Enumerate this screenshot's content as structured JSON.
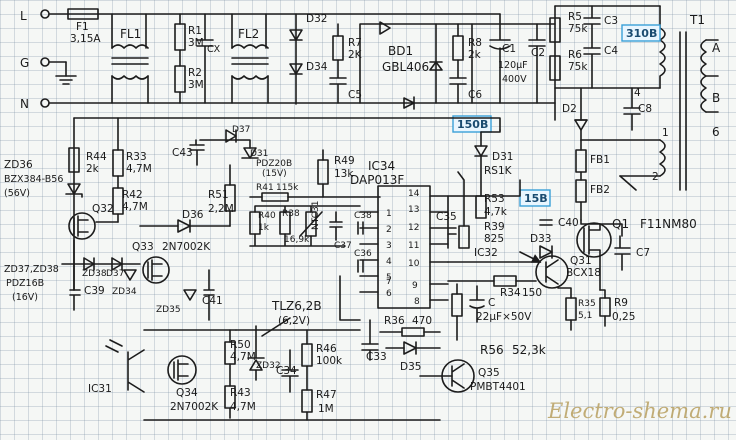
{
  "terminals": {
    "L": "L",
    "G": "G",
    "N": "N",
    "A": "A",
    "B": "B",
    "six": "6"
  },
  "fuse": {
    "ref": "F1",
    "value": "3,15A"
  },
  "filters": {
    "fl1": "FL1",
    "fl2": "FL2"
  },
  "input": {
    "r1": "R1",
    "r1v": "3M",
    "r2": "R2",
    "r2v": "3M",
    "cx": "CX",
    "d32": "D32",
    "d34": "D34",
    "r7": "R7",
    "r7v": "2K",
    "c5": "C5",
    "bd1": "BD1",
    "bd1v": "GBL406",
    "r8": "R8",
    "r8v": "2k",
    "c6": "C6",
    "c1": "C1",
    "c1v": "120µF",
    "c1v2": "400V",
    "c2": "C2"
  },
  "snubber": {
    "r5": "R5",
    "r5v": "75k",
    "r6": "R6",
    "r6v": "75k",
    "c3": "C3",
    "c4": "C4",
    "d2": "D2",
    "c8": "C8",
    "t1": "T1",
    "fb1": "FB1",
    "fb2": "FB2",
    "p1": "1",
    "p2": "2",
    "p4": "4"
  },
  "tags": {
    "v310": "310B",
    "v150": "150B",
    "v15": "15B"
  },
  "left": {
    "c43": "C43",
    "d37": "D37",
    "d31": "D31",
    "pdz20b": "PDZ20B",
    "pdz20bv": "(15V)",
    "r44": "R44",
    "r44v": "2k",
    "r33": "R33",
    "r33v": "4,7M",
    "zd36": "ZD36",
    "zd36v": "BZX384-B56",
    "zd36v2": "(56V)",
    "r42": "R42",
    "r42v": "4,7M",
    "q32": "Q32",
    "d36": "D36",
    "q33": "Q33",
    "q33v": "2N7002K",
    "zd37": "ZD37,ZD38",
    "zd37v": "PDZ16B",
    "zd37v2": "(16V)",
    "zd38": "ZD38",
    "zd34": "ZD34",
    "c39": "C39",
    "zd35": "ZD35",
    "c41": "C41"
  },
  "ic": {
    "ref": "IC34",
    "part": "DAP013F",
    "pins": [
      "1",
      "2",
      "3",
      "4",
      "5",
      "6",
      "7",
      "8",
      "9",
      "10",
      "11",
      "12",
      "13",
      "14"
    ],
    "r51": "R51",
    "r51v": "2,2M",
    "r41": "R41",
    "r41v": "115k",
    "r49": "R49",
    "r49v": "13k",
    "r40": "R40",
    "r40v": "1k",
    "r38": "R38",
    "r38v": "16,9k",
    "ntc": "NTC31",
    "c37": "C37",
    "c38": "C38",
    "c36": "C36"
  },
  "right": {
    "d31": "D31",
    "rs1k": "RS1K",
    "r53": "R53",
    "r53v": "4,7k",
    "r39": "R39",
    "r39v": "825",
    "c35": "C35",
    "ic32": "IC32",
    "c40": "C40",
    "d33": "D33",
    "q1": "Q1",
    "q1v": "F11NM80",
    "q31": "Q31",
    "q31v": "BCX18",
    "c7": "C7",
    "r34": "R34",
    "r34v": "150",
    "r35": "R35",
    "r35v": "5,1",
    "r9": "R9",
    "r9v": "0,25",
    "c": "C",
    "cv": "22µF×50V",
    "r36": "R36",
    "r36v": "470",
    "c33": "C33",
    "d35": "D35",
    "r56": "R56",
    "r56v": "52,3k",
    "q35": "Q35",
    "q35v": "PMBT4401"
  },
  "bottom": {
    "ic31": "IC31",
    "q34": "Q34",
    "q34v": "2N7002K",
    "tlz": "TLZ6,2B",
    "tlzv": "(6,2V)",
    "zd32": "ZD32",
    "r50": "R50",
    "r50v": "4,7M",
    "r43": "R43",
    "r43v": "4,7M",
    "c34": "C34",
    "r46": "R46",
    "r46v": "100k",
    "r47": "R47",
    "r47v": "1M"
  },
  "watermark": "Electro-shema.ru"
}
